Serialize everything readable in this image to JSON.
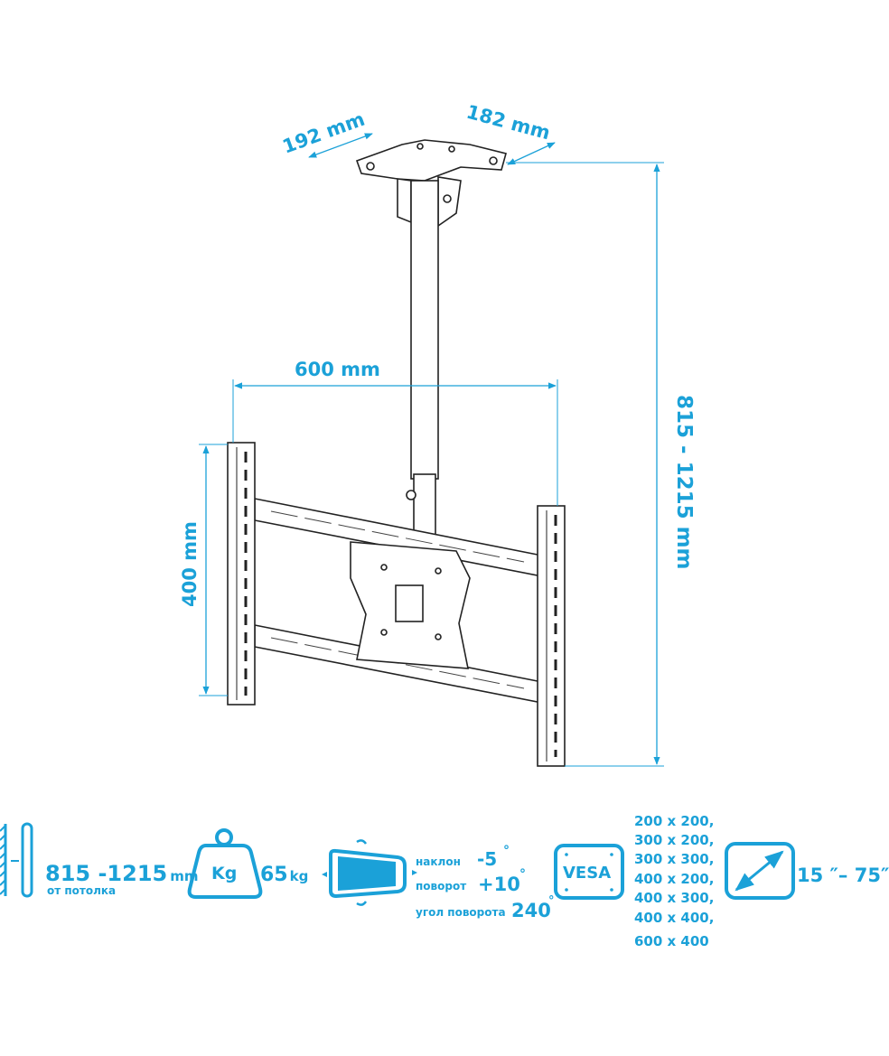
{
  "dimensions": {
    "plate_depth": "192 mm",
    "plate_width": "182 mm",
    "vesa_width": "600 mm",
    "vesa_height": "400 mm",
    "drop_range": "815 - 1215 mm"
  },
  "specs": {
    "ceiling_distance": {
      "value": "815 -1215",
      "unit": "mm",
      "caption": "от потолка"
    },
    "weight": {
      "icon_label": "Kg",
      "value": "65",
      "unit": "kg"
    },
    "tilt": {
      "label": "наклон",
      "value": "-5",
      "deg": "°"
    },
    "swivel": {
      "label": "поворот",
      "value": "+10",
      "deg": "°"
    },
    "rotation": {
      "label": "угол поворота",
      "value": "240",
      "deg": "°"
    },
    "vesa": {
      "icon_label": "VESA",
      "sizes": [
        "200 x 200,",
        "300 x 200,",
        "300 x 300,",
        "400 x 200,",
        "400 x 300,",
        "400 x 400,",
        "600 x 400"
      ]
    },
    "screen_size": {
      "value": "15 ″– 75″"
    }
  },
  "colors": {
    "accent": "#1ba1d8",
    "line": "#222222"
  }
}
